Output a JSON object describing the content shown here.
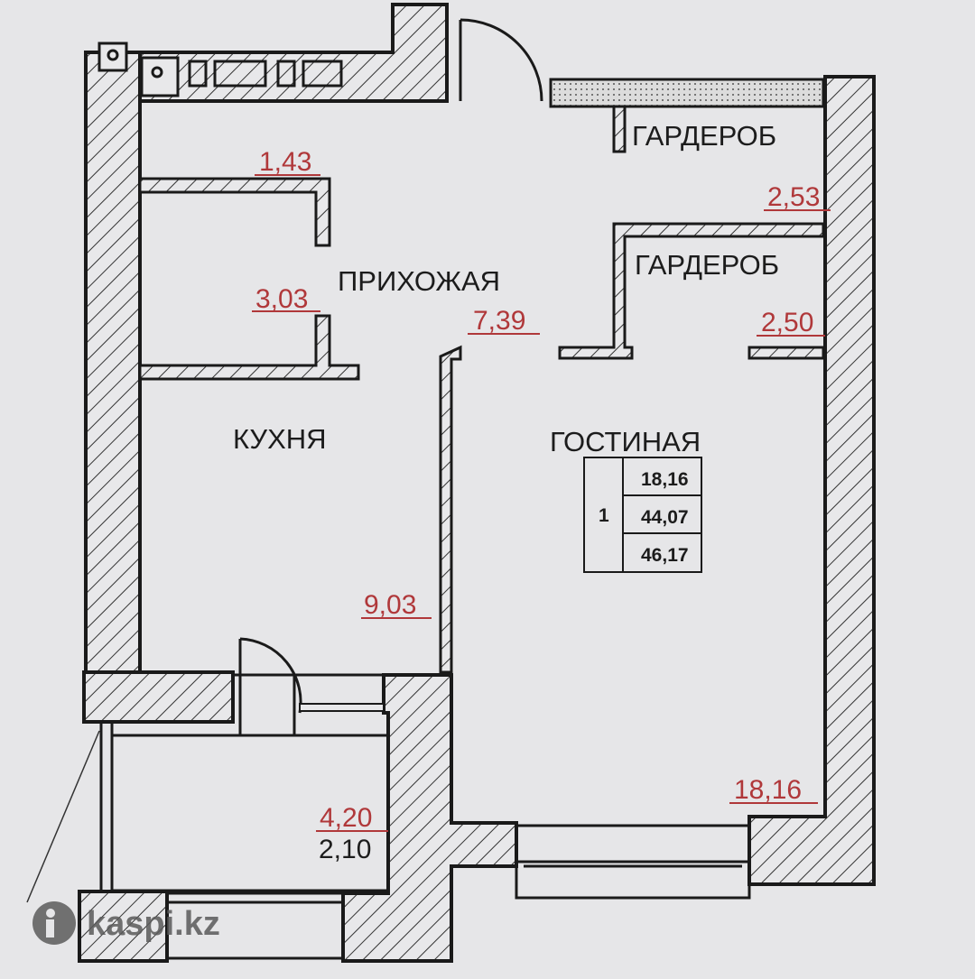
{
  "rooms": {
    "hallway": {
      "label": "ПРИХОЖАЯ",
      "area": "7,39"
    },
    "kitchen": {
      "label": "КУХНЯ",
      "area": "9,03"
    },
    "living": {
      "label": "ГОСТИНАЯ",
      "area": "18,16"
    },
    "wardrobe_1": {
      "label": "ГАРДЕРОБ",
      "area": "2,53"
    },
    "wardrobe_2": {
      "label": "ГАРДЕРОБ",
      "area": "2,50"
    },
    "bathroom_1": {
      "area": "1,43"
    },
    "bathroom_2": {
      "area": "3,03"
    },
    "balcony": {
      "area": "4,20",
      "reduced_area": "2,10"
    }
  },
  "summary_table": {
    "rooms_count": "1",
    "living_area": "18,16",
    "total_area": "44,07",
    "total_with_balcony": "46,17"
  },
  "watermark": "kaspi.kz",
  "colors": {
    "area_text": "#b0383a",
    "wall_line": "#1a1a1a",
    "paper": "#e6e6e8"
  }
}
